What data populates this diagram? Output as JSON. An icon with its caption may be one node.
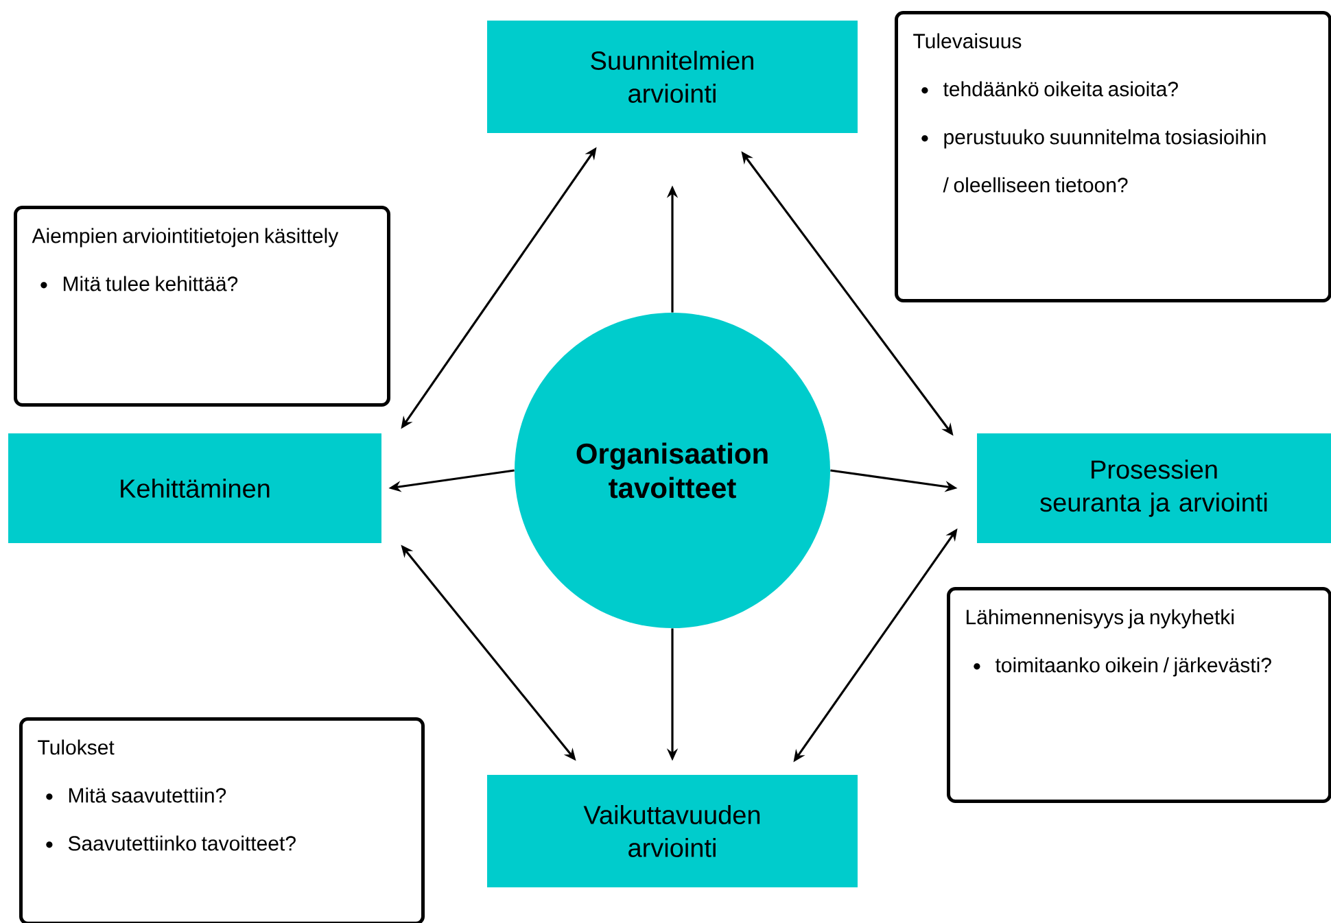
{
  "diagram": {
    "nodes": [
      {
        "text": [
          "Organisaation tavoitteet"
        ]
      },
      {
        "text": [
          "Suunnitelmien arviointi"
        ]
      },
      {
        "text": [
          "Prosessien seuranta ja arviointi"
        ]
      },
      {
        "text": [
          "Vaikuttavuuden arviointi"
        ]
      },
      {
        "text": [
          "Kehittäminen"
        ]
      },
      {
        "text": [
          "Tulevaisuus",
          "tehdäänkö oikeita asioita?",
          "perustuuko suunnitelma tosiasioihin / oleelliseen tietoon?"
        ]
      },
      {
        "text": [
          "Aiempien arviointitietojen käsittely",
          "Mitä tulee kehittää?"
        ]
      },
      {
        "text": [
          "Lähimennenisyys ja nykyhetki",
          "toimitaanko oikein / järkevästi?"
        ]
      },
      {
        "text": [
          "Tulokset",
          "Mitä saavutettiin?",
          "Saavutettiinko tavoitteet?"
        ]
      }
    ],
    "edges": [
      {
        "from": 0,
        "to": 1,
        "arrow": "to"
      },
      {
        "from": 0,
        "to": 2,
        "arrow": "to"
      },
      {
        "from": 0,
        "to": 3,
        "arrow": "to"
      },
      {
        "from": 0,
        "to": 4,
        "arrow": "to"
      },
      {
        "from": 1,
        "to": 2,
        "arrow": "both"
      },
      {
        "from": 1,
        "to": 4,
        "arrow": "both"
      },
      {
        "from": 4,
        "to": 3,
        "arrow": "both"
      },
      {
        "from": 3,
        "to": 2,
        "arrow": "both"
      }
    ]
  }
}
